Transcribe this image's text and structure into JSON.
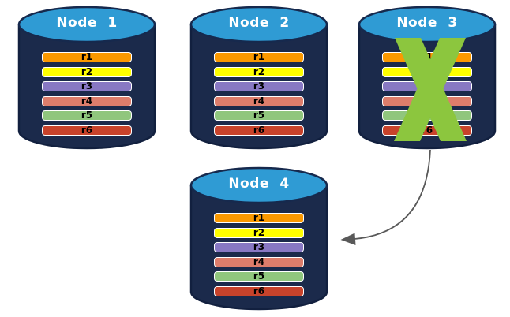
{
  "nodes": [
    {
      "label": "Node 1",
      "bars": [
        "r1",
        "r2",
        "r3",
        "r4",
        "r5",
        "r6"
      ]
    },
    {
      "label": "Node 2",
      "bars": [
        "r1",
        "r2",
        "r3",
        "r4",
        "r5",
        "r6"
      ]
    },
    {
      "label": "Node 3",
      "bars": [
        "r1",
        "r2",
        "r3",
        "r4",
        "r5",
        "r6"
      ],
      "status": "failed"
    },
    {
      "label": "Node 4",
      "bars": [
        "r1",
        "r2",
        "r3",
        "r4",
        "r5",
        "r6"
      ]
    }
  ],
  "colors": {
    "canvas_bg": "#ffffff",
    "cylinder_body": "#1b2a4b",
    "cylinder_top": "#2f9bd4",
    "node_label_text": "#ffffff",
    "bar_r1": "#fb9900",
    "bar_r2": "#ffff00",
    "bar_r3": "#8878c3",
    "bar_r4": "#dd7d6b",
    "bar_r5": "#90c67d",
    "bar_r6": "#c8432b",
    "failure_x": "#8cc63e",
    "arrow": "#595959"
  }
}
